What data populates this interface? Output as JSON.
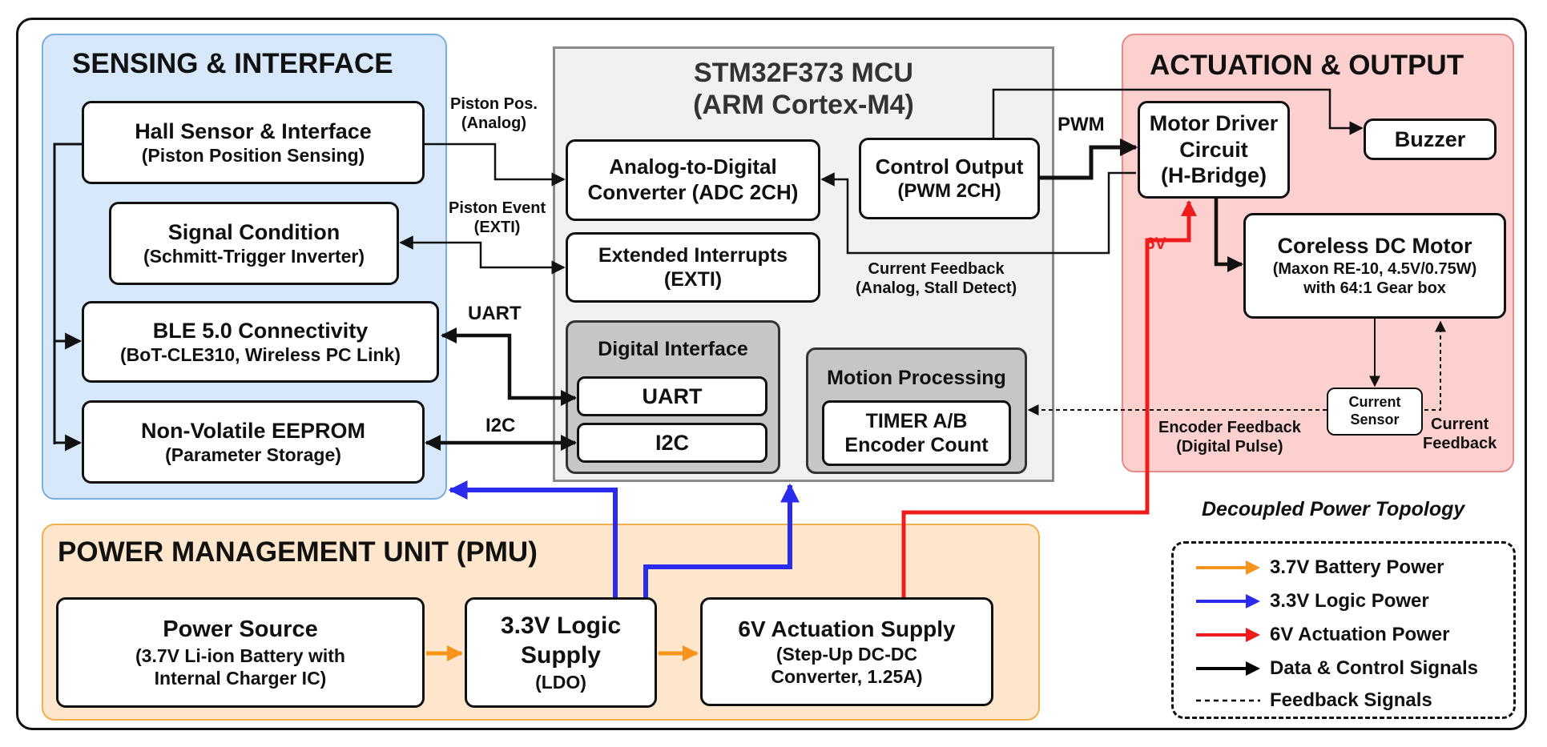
{
  "regions": {
    "sensing_title": "SENSING & INTERFACE",
    "actuation_title": "ACTUATION & OUTPUT",
    "pmu_title": "POWER MANAGEMENT UNIT (PMU)",
    "mcu_title_1": "STM32F373 MCU",
    "mcu_title_2": "(ARM Cortex-M4)"
  },
  "sensing": {
    "hall": {
      "line1": "Hall Sensor & Interface",
      "line2": "(Piston Position Sensing)"
    },
    "signal": {
      "line1": "Signal Condition",
      "line2": "(Schmitt-Trigger Inverter)"
    },
    "ble": {
      "line1": "BLE 5.0 Connectivity",
      "line2": "(BoT-CLE310, Wireless PC Link)"
    },
    "eeprom": {
      "line1": "Non-Volatile EEPROM",
      "line2": "(Parameter Storage)"
    }
  },
  "mcu": {
    "adc": {
      "line1": "Analog-to-Digital",
      "line2": "Converter (ADC 2CH)"
    },
    "exti": {
      "line1": "Extended Interrupts",
      "line2": "(EXTI)"
    },
    "control": {
      "line1": "Control Output",
      "line2": "(PWM 2CH)"
    },
    "digital": {
      "title": "Digital Interface",
      "uart": "UART",
      "i2c": "I2C"
    },
    "motion": {
      "title": "Motion Processing",
      "line1": "TIMER A/B",
      "line2": "Encoder Count"
    }
  },
  "actuation": {
    "driver": {
      "line1": "Motor Driver",
      "line2": "Circuit",
      "line3": "(H-Bridge)"
    },
    "buzzer": "Buzzer",
    "motor": {
      "line1": "Coreless DC Motor",
      "line2": "(Maxon RE-10, 4.5V/0.75W)",
      "line3": "with 64:1 Gear box"
    },
    "sensor": {
      "line1": "Current",
      "line2": "Sensor"
    }
  },
  "pmu": {
    "source": {
      "line1": "Power Source",
      "line2": "(3.7V Li-ion Battery with",
      "line3": "Internal Charger IC)"
    },
    "logic": {
      "line1": "3.3V Logic",
      "line2": "Supply",
      "line3": "(LDO)"
    },
    "actuation": {
      "line1": "6V Actuation Supply",
      "line2": "(Step-Up DC-DC",
      "line3": "Converter, 1.25A)"
    }
  },
  "labels": {
    "piston_pos_1": "Piston Pos.",
    "piston_pos_2": "(Analog)",
    "piston_event_1": "Piston Event",
    "piston_event_2": "(EXTI)",
    "uart": "UART",
    "i2c": "I2C",
    "pwm": "PWM",
    "six_v": "6V",
    "current_fb_1": "Current Feedback",
    "current_fb_2": "(Analog, Stall Detect)",
    "encoder_fb_1": "Encoder Feedback",
    "encoder_fb_2": "(Digital Pulse)",
    "current_fb_short_1": "Current",
    "current_fb_short_2": "Feedback"
  },
  "legend": {
    "title": "Decoupled Power Topology",
    "items": [
      {
        "label": "3.7V Battery Power",
        "color": "#f7941d"
      },
      {
        "label": "3.3V Logic Power",
        "color": "#2b2bf0"
      },
      {
        "label": "6V Actuation Power",
        "color": "#ee1c1c"
      },
      {
        "label": "Data & Control Signals",
        "color": "#000000"
      },
      {
        "label": "Feedback Signals",
        "color": "#000000"
      }
    ]
  },
  "colors": {
    "battery": "#f7941d",
    "logic": "#2b2bf0",
    "actuation": "#ee1c1c",
    "signal": "#000000"
  }
}
